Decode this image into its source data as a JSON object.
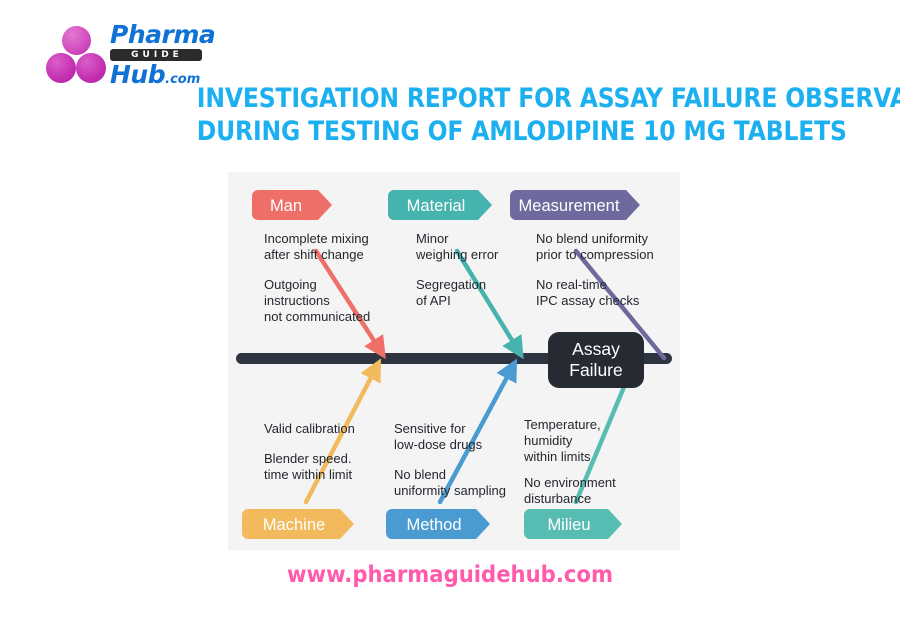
{
  "logo": {
    "brand_line1": "Pharma",
    "brand_badge": "GUIDE",
    "brand_line2": "Hub",
    "brand_tld": ".com",
    "circle_color": "#c42fb2",
    "text_color": "#1072d4",
    "badge_bg": "#2b2b2b"
  },
  "title": {
    "line1": "INVESTIGATION REPORT FOR ASSAY FAILURE OBSERVATION",
    "line2": "DURING TESTING OF AMLODIPINE 10 MG TABLETS",
    "color": "#1cb0f0"
  },
  "diagram": {
    "background": "#f4f4f4",
    "spine_color": "#2e3440",
    "effect_box": {
      "line1": "Assay",
      "line2": "Failure",
      "bg": "#262b33",
      "text_color": "#ffffff"
    },
    "categories": [
      {
        "id": "man",
        "label": "Man",
        "color": "#ee6f68",
        "position": "top",
        "causes": [
          "Incomplete mixing\nafter shift change",
          "Outgoing\ninstructions\nnot communicated"
        ],
        "cause_lines": [
          [
            "Incomplete mixing",
            "after shift change"
          ],
          [
            "Outgoing",
            "instructions",
            "not communicated"
          ]
        ]
      },
      {
        "id": "material",
        "label": "Material",
        "color": "#45b3ae",
        "position": "top",
        "cause_lines": [
          [
            "Minor",
            "weighing error"
          ],
          [
            "Segregation",
            "of API"
          ]
        ]
      },
      {
        "id": "measurement",
        "label": "Measurement",
        "color": "#6e6a9e",
        "position": "top",
        "cause_lines": [
          [
            "No blend uniformity",
            "prior to compression"
          ],
          [
            "No real-time",
            "IPC assay checks"
          ]
        ]
      },
      {
        "id": "machine",
        "label": "Machine",
        "color": "#f2ba5c",
        "position": "bottom",
        "cause_lines": [
          [
            "Valid calibration"
          ],
          [
            "Blender speed.",
            "time within limit"
          ]
        ]
      },
      {
        "id": "method",
        "label": "Method",
        "color": "#4a9bd1",
        "position": "bottom",
        "cause_lines": [
          [
            "Sensitive for",
            "low-dose drugs"
          ],
          [
            "No blend",
            "uniformity sampling"
          ]
        ]
      },
      {
        "id": "milieu",
        "label": "Milieu",
        "color": "#57bdb3",
        "position": "bottom",
        "cause_lines": [
          [
            "Temperature,",
            "humidity",
            "within limits"
          ],
          [
            "No environment",
            "disturbance"
          ]
        ]
      }
    ]
  },
  "footer": {
    "url": "www.pharmaguidehub.com",
    "color": "#ff5aac"
  },
  "chart_data": {
    "type": "diagram",
    "diagram_type": "fishbone-ishikawa",
    "title": "INVESTIGATION REPORT FOR ASSAY FAILURE OBSERVATION DURING TESTING OF AMLODIPINE 10 MG TABLETS",
    "effect": "Assay Failure",
    "categories": [
      {
        "name": "Man",
        "side": "top",
        "causes": [
          "Incomplete mixing after shift change",
          "Outgoing instructions not communicated"
        ]
      },
      {
        "name": "Material",
        "side": "top",
        "causes": [
          "Minor weighing error",
          "Segregation of API"
        ]
      },
      {
        "name": "Measurement",
        "side": "top",
        "causes": [
          "No blend uniformity prior to compression",
          "No real-time IPC assay checks"
        ]
      },
      {
        "name": "Machine",
        "side": "bottom",
        "causes": [
          "Valid calibration",
          "Blender speed. time within limit"
        ]
      },
      {
        "name": "Method",
        "side": "bottom",
        "causes": [
          "Sensitive for low-dose drugs",
          "No blend uniformity sampling"
        ]
      },
      {
        "name": "Milieu",
        "side": "bottom",
        "causes": [
          "Temperature, humidity within limits",
          "No environment disturbance"
        ]
      }
    ]
  }
}
